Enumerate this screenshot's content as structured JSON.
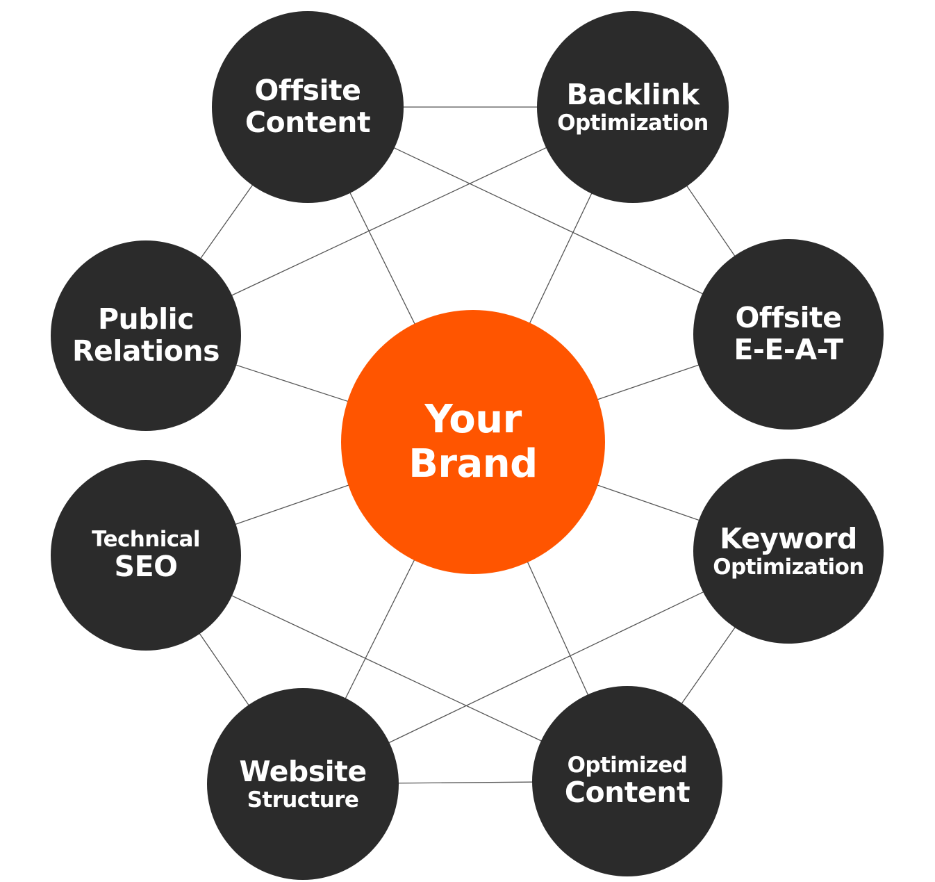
{
  "diagram": {
    "center": {
      "id": "center",
      "lines": [
        "Your",
        "Brand"
      ],
      "color": "#ff5500"
    },
    "node_color": "#2b2b2b",
    "line_color": "#555555",
    "nodes": [
      {
        "id": "offsite-content",
        "lines": [
          "Offsite",
          "Content"
        ]
      },
      {
        "id": "backlink-optimization",
        "lines": [
          "Backlink",
          "Optimization"
        ]
      },
      {
        "id": "offsite-eeat",
        "lines": [
          "Offsite",
          "E-E-A-T"
        ]
      },
      {
        "id": "keyword-optimization",
        "lines": [
          "Keyword",
          "Optimization"
        ]
      },
      {
        "id": "optimized-content",
        "lines": [
          "Optimized",
          "Content"
        ]
      },
      {
        "id": "website-structure",
        "lines": [
          "Website",
          "Structure"
        ]
      },
      {
        "id": "technical-seo",
        "lines": [
          "Technical",
          "SEO"
        ]
      },
      {
        "id": "public-relations",
        "lines": [
          "Public",
          "Relations"
        ]
      }
    ],
    "connections": [
      [
        "offsite-content",
        "backlink-optimization"
      ],
      [
        "backlink-optimization",
        "offsite-eeat"
      ],
      [
        "keyword-optimization",
        "optimized-content"
      ],
      [
        "optimized-content",
        "website-structure"
      ],
      [
        "website-structure",
        "technical-seo"
      ],
      [
        "public-relations",
        "offsite-content"
      ],
      [
        "offsite-content",
        "offsite-eeat"
      ],
      [
        "backlink-optimization",
        "public-relations"
      ],
      [
        "technical-seo",
        "optimized-content"
      ],
      [
        "website-structure",
        "keyword-optimization"
      ],
      [
        "offsite-content",
        "center"
      ],
      [
        "backlink-optimization",
        "center"
      ],
      [
        "offsite-eeat",
        "center"
      ],
      [
        "keyword-optimization",
        "center"
      ],
      [
        "optimized-content",
        "center"
      ],
      [
        "website-structure",
        "center"
      ],
      [
        "technical-seo",
        "center"
      ],
      [
        "public-relations",
        "center"
      ]
    ]
  }
}
